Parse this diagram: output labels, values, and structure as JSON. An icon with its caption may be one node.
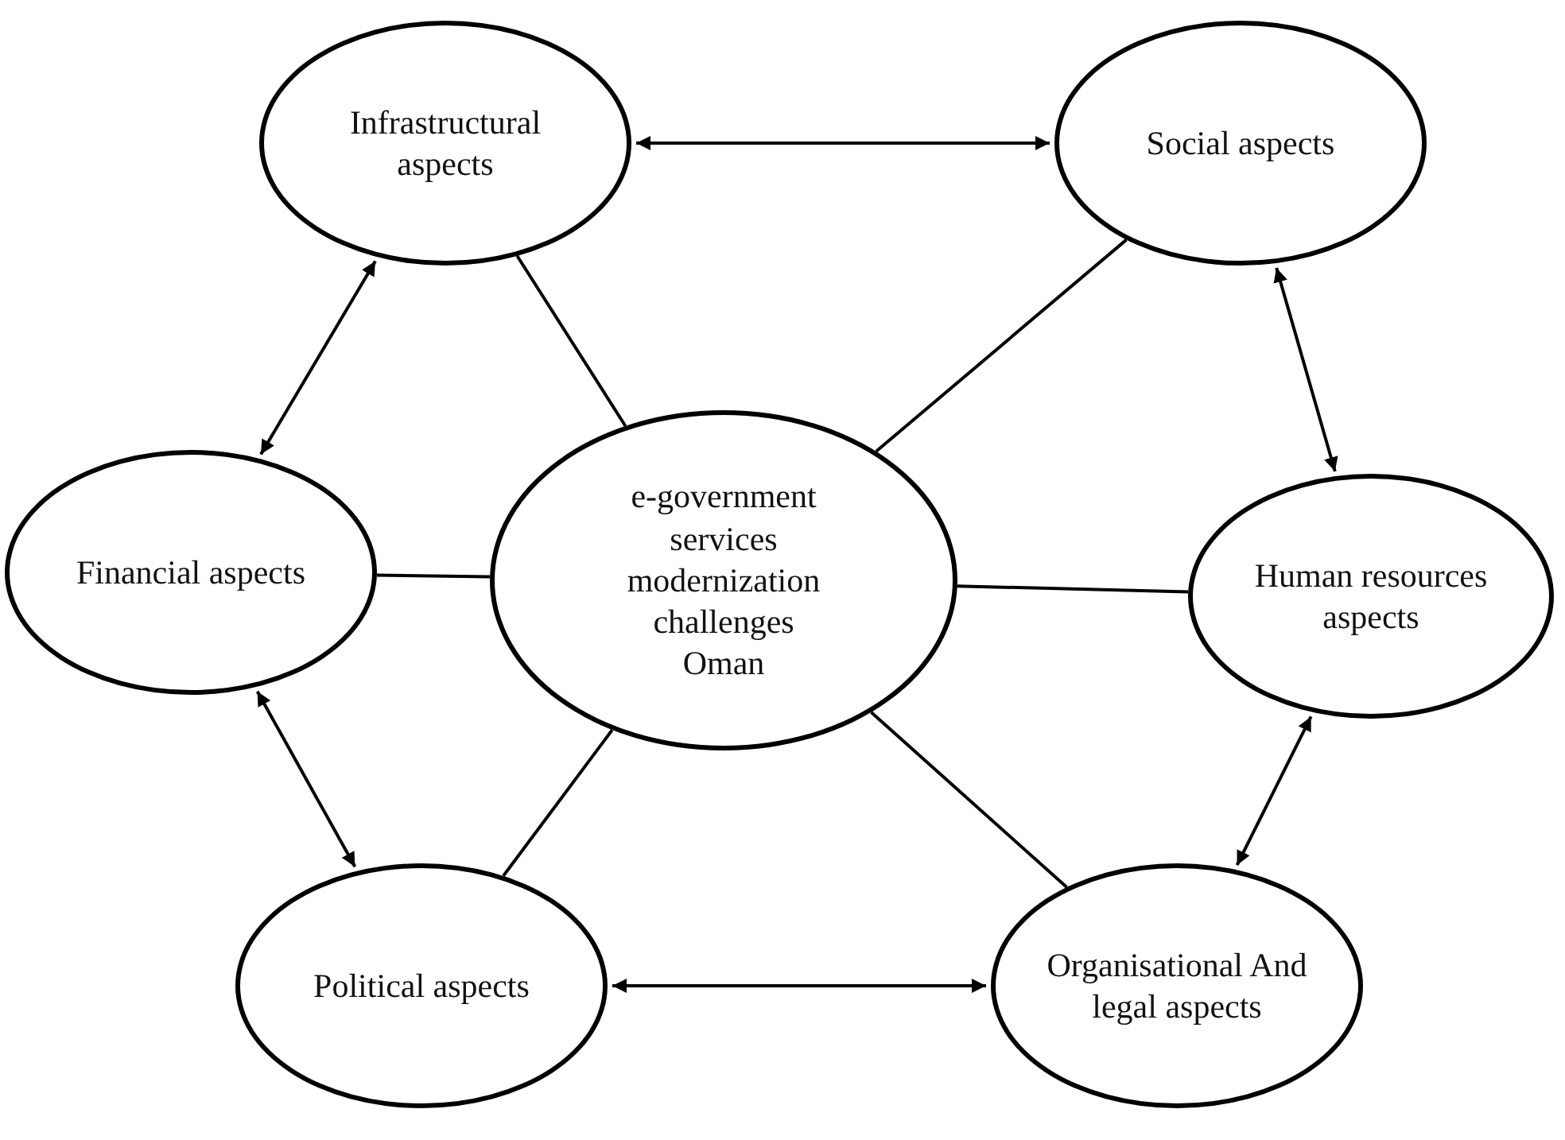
{
  "diagram": {
    "nodes": [
      {
        "text": [
          "e-government services modernization challenges Oman"
        ]
      },
      {
        "text": [
          "Infrastructural aspects"
        ]
      },
      {
        "text": [
          "Social aspects"
        ]
      },
      {
        "text": [
          "Financial aspects"
        ]
      },
      {
        "text": [
          "Human resources aspects"
        ]
      },
      {
        "text": [
          "Political aspects"
        ]
      },
      {
        "text": [
          "Organisational And legal aspects"
        ]
      }
    ],
    "edges": [
      {
        "from": 0,
        "to": 1,
        "arrow": "none"
      },
      {
        "from": 0,
        "to": 2,
        "arrow": "none"
      },
      {
        "from": 0,
        "to": 3,
        "arrow": "none"
      },
      {
        "from": 0,
        "to": 4,
        "arrow": "none"
      },
      {
        "from": 0,
        "to": 5,
        "arrow": "none"
      },
      {
        "from": 0,
        "to": 6,
        "arrow": "none"
      },
      {
        "from": 1,
        "to": 2,
        "arrow": "both"
      },
      {
        "from": 2,
        "to": 4,
        "arrow": "both"
      },
      {
        "from": 4,
        "to": 6,
        "arrow": "both"
      },
      {
        "from": 6,
        "to": 5,
        "arrow": "both"
      },
      {
        "from": 5,
        "to": 3,
        "arrow": "both"
      },
      {
        "from": 3,
        "to": 1,
        "arrow": "both"
      }
    ]
  }
}
